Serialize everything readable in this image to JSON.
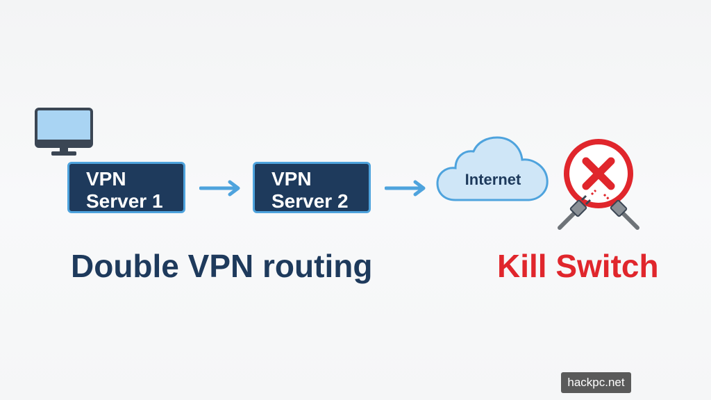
{
  "diagram": {
    "servers": [
      {
        "line1": "VPN",
        "line2": "Server 1"
      },
      {
        "line1": "VPN",
        "line2": "Server 2"
      }
    ],
    "cloud_label": "Internet",
    "left_caption": "Double VPN routing",
    "right_caption": "Kill Switch",
    "icons": [
      "monitor-icon",
      "arrow-right-icon",
      "cloud-icon",
      "x-circle-icon",
      "unplugged-cable-icon"
    ]
  },
  "watermark": "hackpc.net",
  "colors": {
    "navy": "#1e3a5c",
    "accent_blue": "#4ea3dd",
    "light_blue": "#cfe6f7",
    "red": "#e0262c",
    "gray": "#6e7378"
  }
}
